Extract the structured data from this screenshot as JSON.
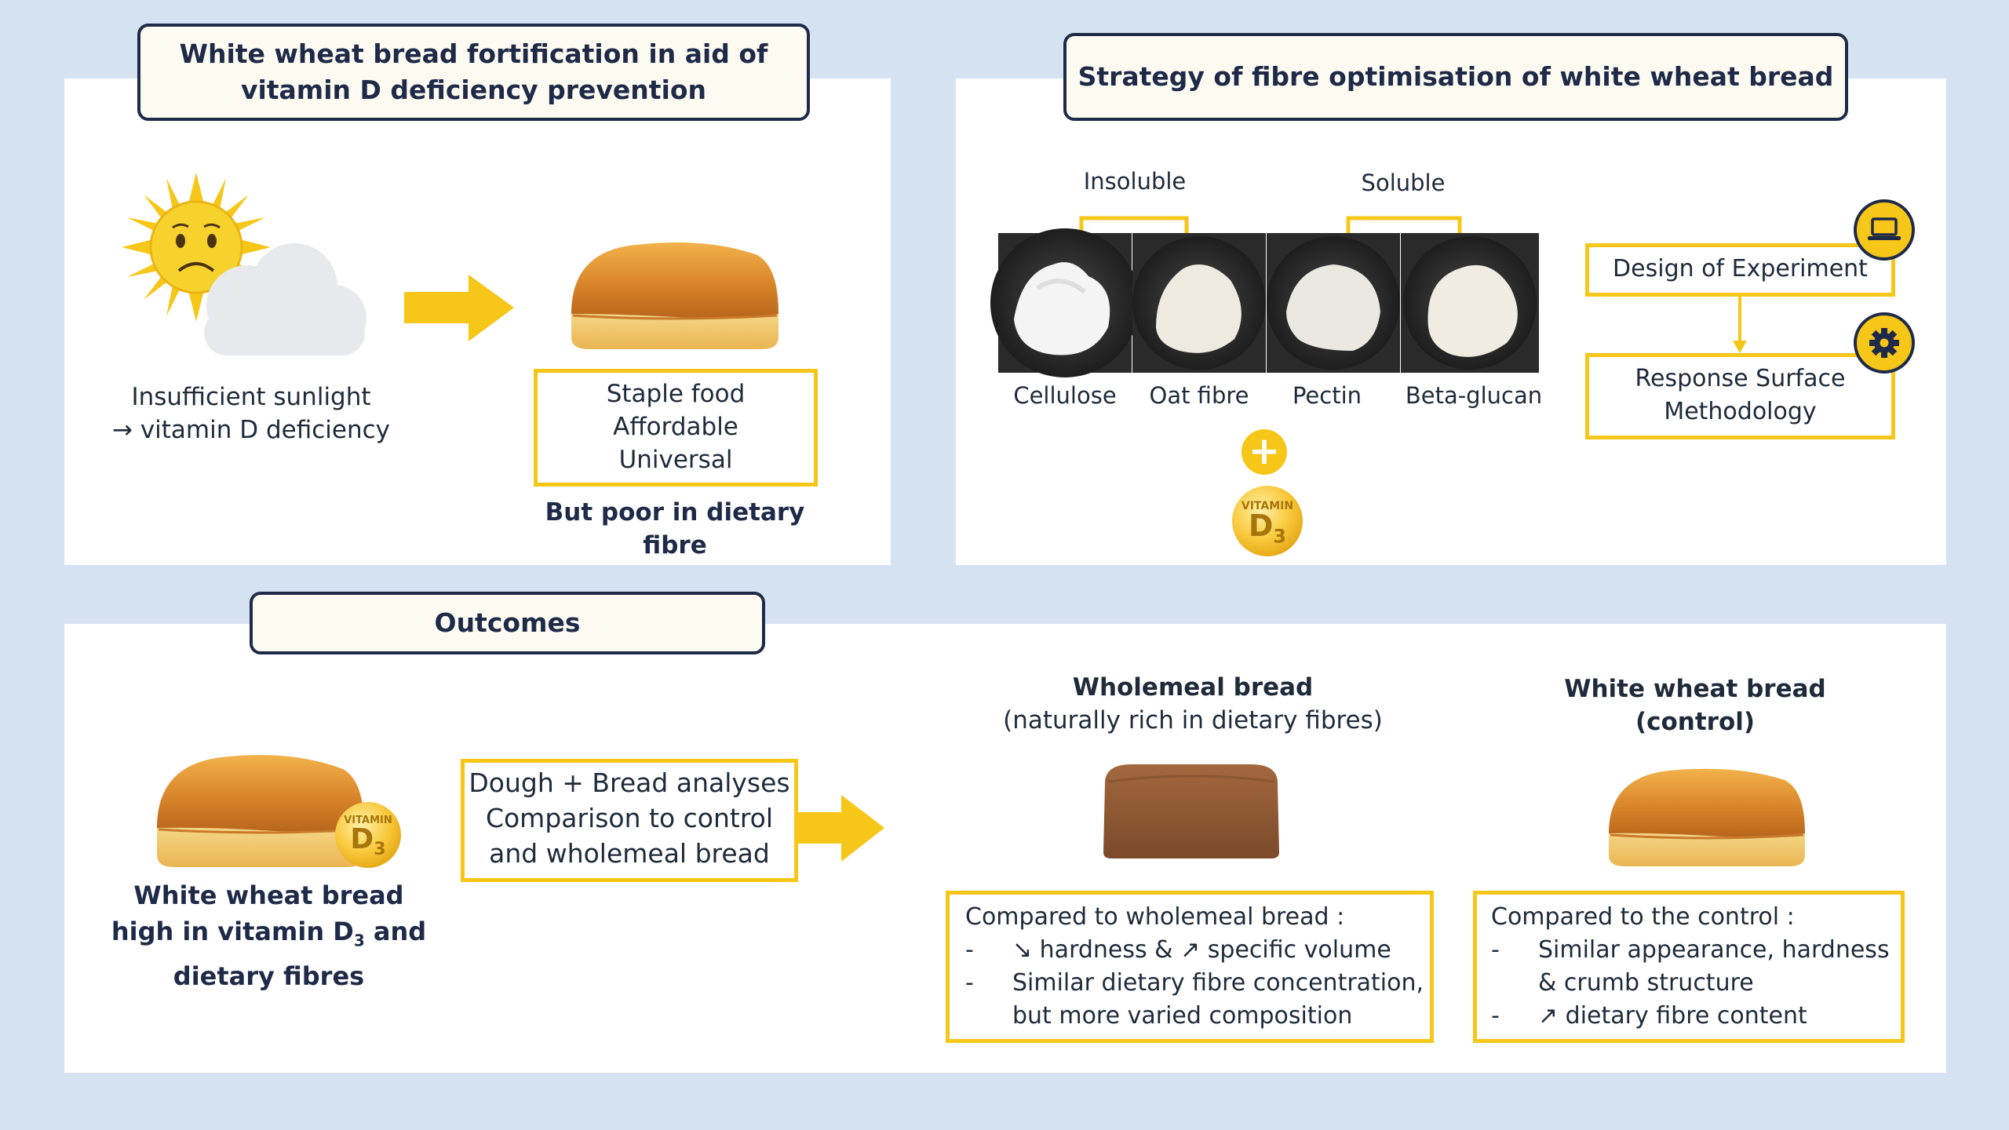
{
  "panel1": {
    "title_line1": "White wheat bread fortification in aid of",
    "title_line2": "vitamin D deficiency prevention",
    "sunlight_line1": "Insufficient sunlight",
    "sunlight_line2": "vitamin D deficiency",
    "properties": [
      "Staple food",
      "Affordable",
      "Universal"
    ],
    "caveat": "But poor in dietary fibre"
  },
  "panel2": {
    "title": "Strategy of fibre optimisation of white wheat bread",
    "group_insoluble": "Insoluble",
    "group_soluble": "Soluble",
    "fibres": [
      "Cellulose",
      "Oat fibre",
      "Pectin",
      "Beta-glucan"
    ],
    "plus": "+",
    "vitamin_label": "VITAMIN",
    "vitamin_letter": "D",
    "vitamin_sub": "3",
    "steps": [
      "Design of Experiment",
      "Response Surface Methodology"
    ]
  },
  "panel3": {
    "title": "Outcomes",
    "result_line1": "White wheat bread",
    "result_line2_pre": "high in vitamin D",
    "result_line2_sub": "3",
    "result_line2_post": " and",
    "result_line3": "dietary fibres",
    "analyses": [
      "Dough + Bread analyses",
      "Comparison to control",
      "and wholemeal bread"
    ],
    "wholemeal_title": "Wholemeal bread",
    "wholemeal_subtitle": "(naturally rich in dietary fibres)",
    "control_title": "White wheat bread",
    "control_subtitle": "(control)",
    "wholemeal_heading": "Compared to wholemeal bread :",
    "wholemeal_points": [
      "↘ hardness & ↗ specific volume",
      "Similar dietary fibre concentration,",
      "but more varied composition"
    ],
    "control_heading": "Compared to the control :",
    "control_points": [
      "Similar appearance, hardness",
      "& crumb structure",
      "↗ dietary fibre content"
    ],
    "dash": "-"
  },
  "colors": {
    "accent_yellow": "#f6c619",
    "navy": "#1e2a48",
    "background": "#d5e2f1"
  },
  "icons": [
    "sad-sun-icon",
    "cloud-icon",
    "arrow-right-icon",
    "bread-icon",
    "plus-icon",
    "vitamin-d3-icon",
    "laptop-icon",
    "gear-icon",
    "arrow-down-icon"
  ]
}
